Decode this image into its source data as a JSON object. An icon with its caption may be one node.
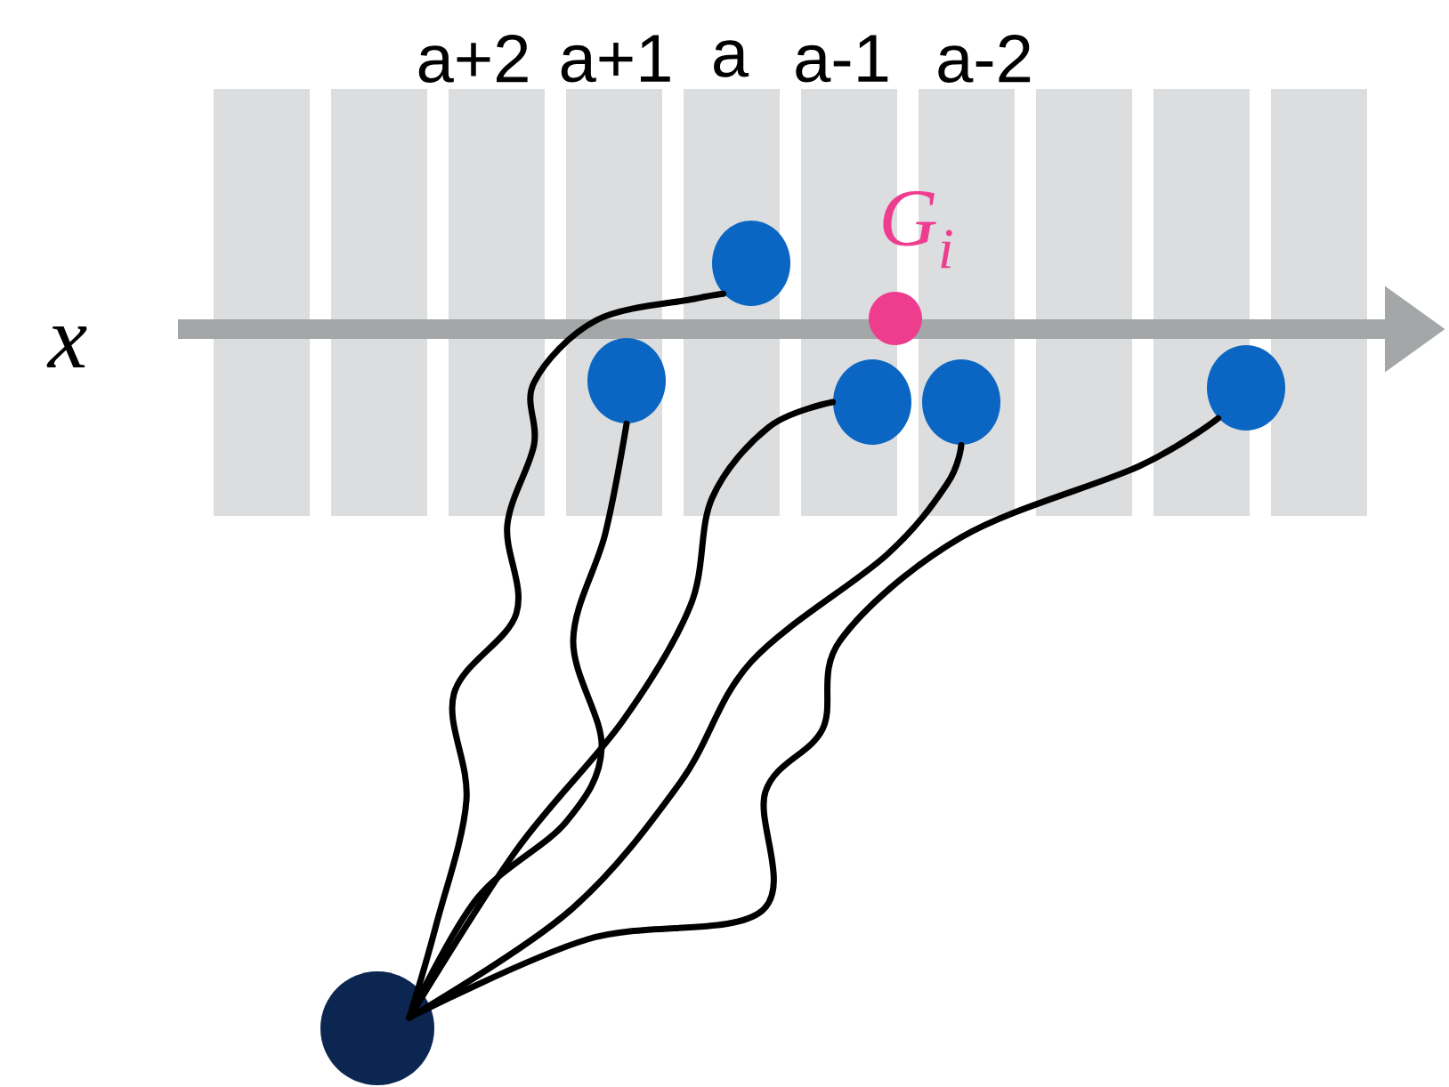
{
  "diagram": {
    "nodes": [
      {
        "text": [],
        "shape": "circle",
        "beside": [
          "G$_{i}$"
        ]
      },
      {
        "text": [],
        "shape": "circle"
      },
      {
        "text": [],
        "shape": "circle"
      },
      {
        "text": [],
        "shape": "circle"
      },
      {
        "text": [],
        "shape": "circle"
      },
      {
        "text": [],
        "shape": "circle"
      },
      {
        "text": [],
        "shape": "circle"
      }
    ],
    "edges": [
      {
        "from": 6,
        "to": 1,
        "arrow": "none"
      },
      {
        "from": 6,
        "to": 2,
        "arrow": "none"
      },
      {
        "from": 6,
        "to": 3,
        "arrow": "none"
      },
      {
        "from": 6,
        "to": 4,
        "arrow": "none"
      },
      {
        "from": 6,
        "to": 5,
        "arrow": "none"
      }
    ],
    "labels": [
      "a+2",
      "a+1",
      "a",
      "a-1",
      "a-2",
      "x"
    ]
  }
}
